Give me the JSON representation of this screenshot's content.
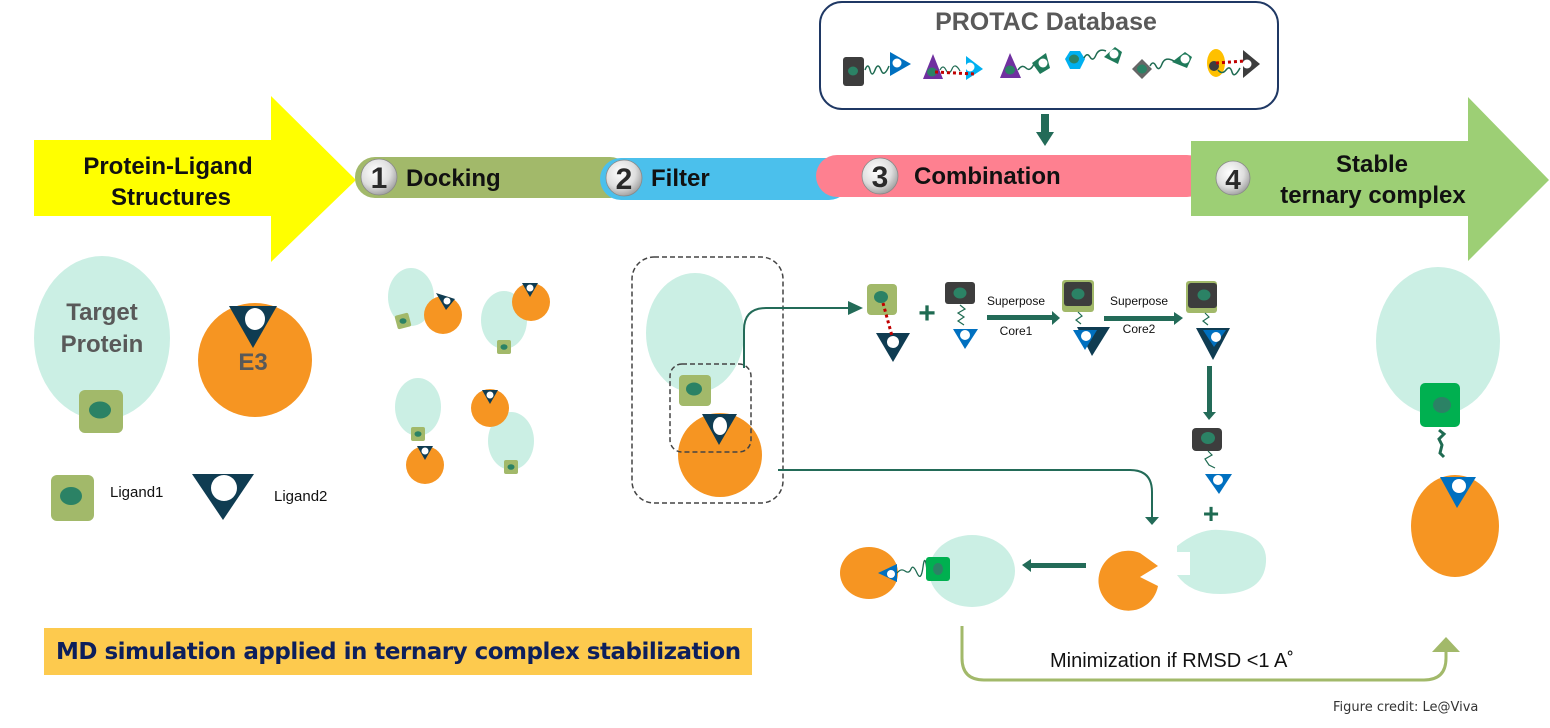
{
  "protac_database": {
    "title": "PROTAC Database",
    "molecules": [
      {
        "warhead": "dark-rounded-square",
        "linker": "wavy",
        "e3_ligand": "blue-triangle"
      },
      {
        "warhead": "purple-triangle",
        "linker": "dotted-red",
        "e3_ligand": "cyan-triangle"
      },
      {
        "warhead": "purple-triangle",
        "linker": "wavy",
        "e3_ligand": "green-pentagon"
      },
      {
        "warhead": "cyan-hexagon",
        "linker": "wavy",
        "e3_ligand": "green-pentagon"
      },
      {
        "warhead": "gray-diamond",
        "linker": "wavy",
        "e3_ligand": "green-pentagon"
      },
      {
        "warhead": "yellow-oval",
        "linker": "dotted-red",
        "e3_ligand": "dark-triangle"
      }
    ]
  },
  "pipeline": {
    "start": {
      "line1": "Protein-Ligand",
      "line2": "Structures"
    },
    "steps": [
      {
        "number": "1",
        "label": "Docking",
        "color": "#a2b96a"
      },
      {
        "number": "2",
        "label": "Filter",
        "color": "#4bc0ec"
      },
      {
        "number": "3",
        "label": "Combination",
        "color": "#fe8090"
      },
      {
        "number": "4",
        "label_line1": "Stable",
        "label_line2": "ternary complex",
        "color": "#9dcf75"
      }
    ],
    "start_color": "#ffff00"
  },
  "legend": {
    "target_protein": {
      "line1": "Target",
      "line2": "Protein"
    },
    "e3": "E3",
    "ligand1": "Ligand1",
    "ligand2": "Ligand2"
  },
  "combination": {
    "step1": {
      "top": "Superpose",
      "bottom": "Core1"
    },
    "step2": {
      "top": "Superpose",
      "bottom": "Core2"
    },
    "plus": "+"
  },
  "minimization": "Minimization if RMSD <1 A˚",
  "banner": "MD simulation applied in ternary complex stabilization",
  "credit": "Figure credit: Le@Viva",
  "colors": {
    "protein": "#cbefe4",
    "e3": "#f69522",
    "ligand1": "#a2b96a",
    "ligand_core": "#2b8265",
    "ligand2": "#0f3c52",
    "protac_blue": "#0070c0",
    "linker": "#1f6b52",
    "arrow": "#236b58",
    "minimization_arrow": "#a2b96a",
    "banner": "#fdca4e"
  }
}
